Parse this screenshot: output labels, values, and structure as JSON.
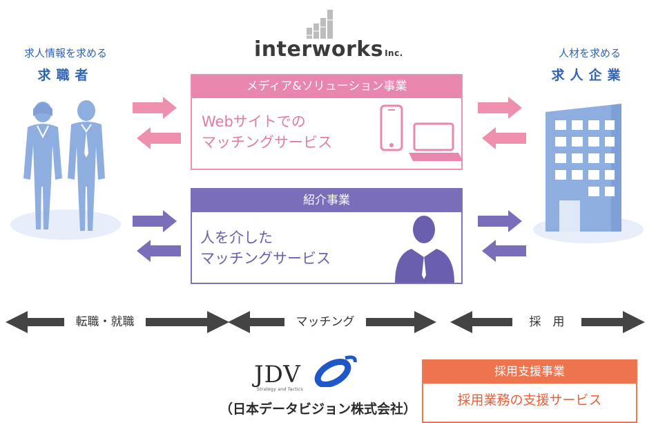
{
  "seeker": {
    "subtitle": "求人情報を求める",
    "title": "求職者",
    "icon": "person-pair-icon"
  },
  "company": {
    "subtitle": "人材を求める",
    "title": "求人企業",
    "icon": "office-building-icon"
  },
  "brand": {
    "name": "interworks",
    "suffix": "Inc.",
    "icon": "bar-graph-logo-icon"
  },
  "media_business": {
    "header": "メディア&ソリューション事業",
    "text_line1": "Webサイトでの",
    "text_line2": "マッチングサービス",
    "icons": [
      "smartphone-icon",
      "laptop-icon"
    ]
  },
  "introduction_business": {
    "header": "紹介事業",
    "text_line1": "人を介した",
    "text_line2": "マッチングサービス",
    "icon": "businessman-silhouette-icon"
  },
  "bottom_bars": [
    {
      "label": "転職・就職"
    },
    {
      "label": "マッチング"
    },
    {
      "label": "採　用"
    }
  ],
  "jdv": {
    "logo": "JDV",
    "tagline": "Strategy and Tactics",
    "company_name": "（日本データビジョン株式会社）"
  },
  "recruitment_support": {
    "header": "採用支援事業",
    "text": "採用業務の支援サービス"
  },
  "colors": {
    "pink": "#e986ae",
    "purple": "#7a6db9",
    "orange": "#ee7450",
    "blue_text": "#2e63b6",
    "figure_blue": "#8faee0",
    "bar_gray": "#444444"
  }
}
